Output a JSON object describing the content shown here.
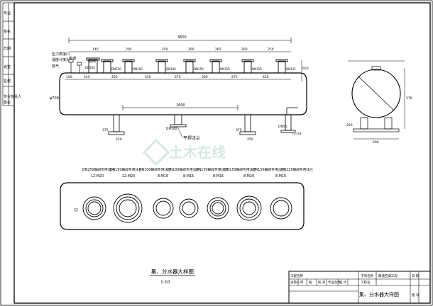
{
  "sheet": {
    "title": "集、分水器大样图",
    "scale": "1:10",
    "watermark": "土木在线"
  },
  "left_strip": {
    "cells": [
      "专业",
      "签名",
      "日期",
      "会签",
      "名称"
    ],
    "bottom_cells": [
      "专业负责人",
      "签名"
    ]
  },
  "front_view": {
    "top_dims": [
      "3600",
      "140",
      "205",
      "250",
      "260",
      "265",
      "260",
      "250"
    ],
    "bottom_dims": [
      "100",
      "245",
      "450",
      "450",
      "275",
      "360",
      "275",
      "420"
    ],
    "bottom_long_dim": "1600",
    "left_height": "φ700",
    "right_height": "650",
    "labels": {
      "pressure_gauge": "压力表接口",
      "thermometer": "温度计接头",
      "drain_top": "放气",
      "stop_valve": "截阀",
      "relief_valve": "旁通",
      "flat_flange": "平焊法兰",
      "slope": "i=1/4"
    },
    "nozzles": [
      "DN250",
      "DN150",
      "DN100",
      "DN100",
      "DN150",
      "DN150",
      "DN150",
      "DN125"
    ],
    "bottom_nozzles": [
      "DN50",
      "DN100",
      "DN50"
    ],
    "foot_dims": [
      "250",
      "250",
      "250"
    ],
    "foot_heights": [
      "375",
      "375"
    ]
  },
  "side_view": {
    "height": "370",
    "foot_width": "500",
    "foot_height": "250"
  },
  "plan_view": {
    "flange_labels": [
      "DN250蝶阀专用法兰",
      "DN150蝶阀专用法兰",
      "DN100蝶阀专用法兰",
      "DN100蝶阀专用法兰",
      "DN150蝶阀专用法兰",
      "DN150蝶阀专用法兰",
      "DN150蝶阀专用法兰",
      "DN125蝶阀专用法兰"
    ],
    "bolt_specs": [
      "12-M20",
      "12-M20",
      "8-M16",
      "8-M16",
      "8-M16",
      "8-M20",
      "8-M16"
    ]
  },
  "title_block": {
    "row1": [
      "工程名称",
      "",
      "子项名称",
      "暖通空调工程",
      "日 期",
      ""
    ],
    "row2": [
      "主持人",
      "审",
      "核",
      "校 对",
      "专业负责",
      "设 计",
      "工程号",
      "",
      "图 号"
    ],
    "drawing_title": "集、分水器大样图"
  }
}
